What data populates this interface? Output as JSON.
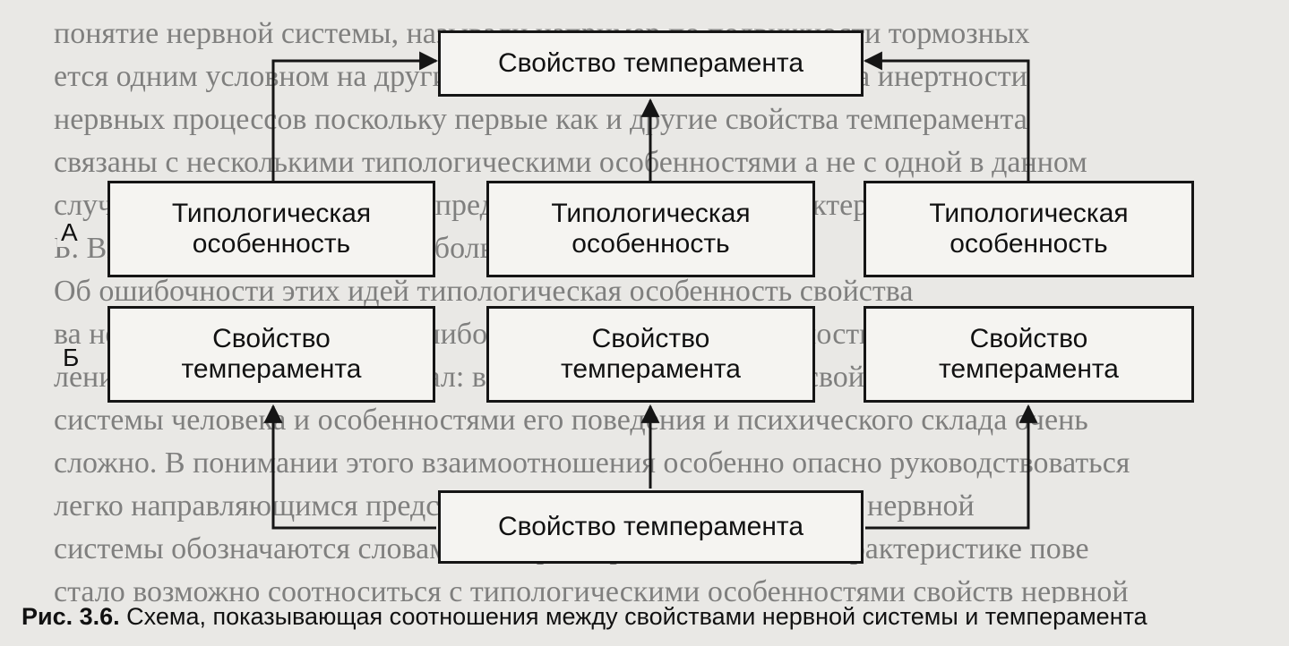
{
  "diagram": {
    "top_box": "Свойство темперамента",
    "bottom_box": "Свойство темперамента",
    "row_a": {
      "label": "А",
      "boxes": [
        {
          "line1": "Типологическая",
          "line2": "особенность"
        },
        {
          "line1": "Типологическая",
          "line2": "особенность"
        },
        {
          "line1": "Типологическая",
          "line2": "особенность"
        }
      ]
    },
    "row_b": {
      "label": "Б",
      "boxes": [
        {
          "line1": "Свойство",
          "line2": "темперамента"
        },
        {
          "line1": "Свойство",
          "line2": "темперамента"
        },
        {
          "line1": "Свойство",
          "line2": "темперамента"
        }
      ]
    }
  },
  "caption": {
    "prefix": "Рис. 3.6.",
    "text": " Схема, показывающая соотношения между свойствами нервной системы и темперамента"
  },
  "background_lines": [
    "понятие нервной системы, называли например по подвижности тормозных",
    "ется одним условном на другие говорить о наличии у человека инертности",
    "нервных процессов поскольку первые как и другие свойства темперамента",
    "связаны с несколькими типологическими особенностями а не с одной в данном",
    "случае о свойствах которые определяются различные характеристики показал",
    "Б. Высотский 1976 довольно большая",
    "Об ошибочности этих идей типологическая особенность свойства",
    "ва нервной системы с какой-либо типологической особенностью представляет",
    "ление В. М. Теплова. Он писал: взаимоотношение между свойствами нервной",
    "системы человека и особенностями его поведения и психического склада очень",
    "сложно. В понимании этого взаимоотношения особенно опасно руководствоваться",
    "легко направляющимся представлением о том, будто свойства нервной",
    "системы обозначаются словами, которые применяются и к характеристике пове",
    "стало возможно соотноситься с типологическими особенностями свойств нервной"
  ]
}
